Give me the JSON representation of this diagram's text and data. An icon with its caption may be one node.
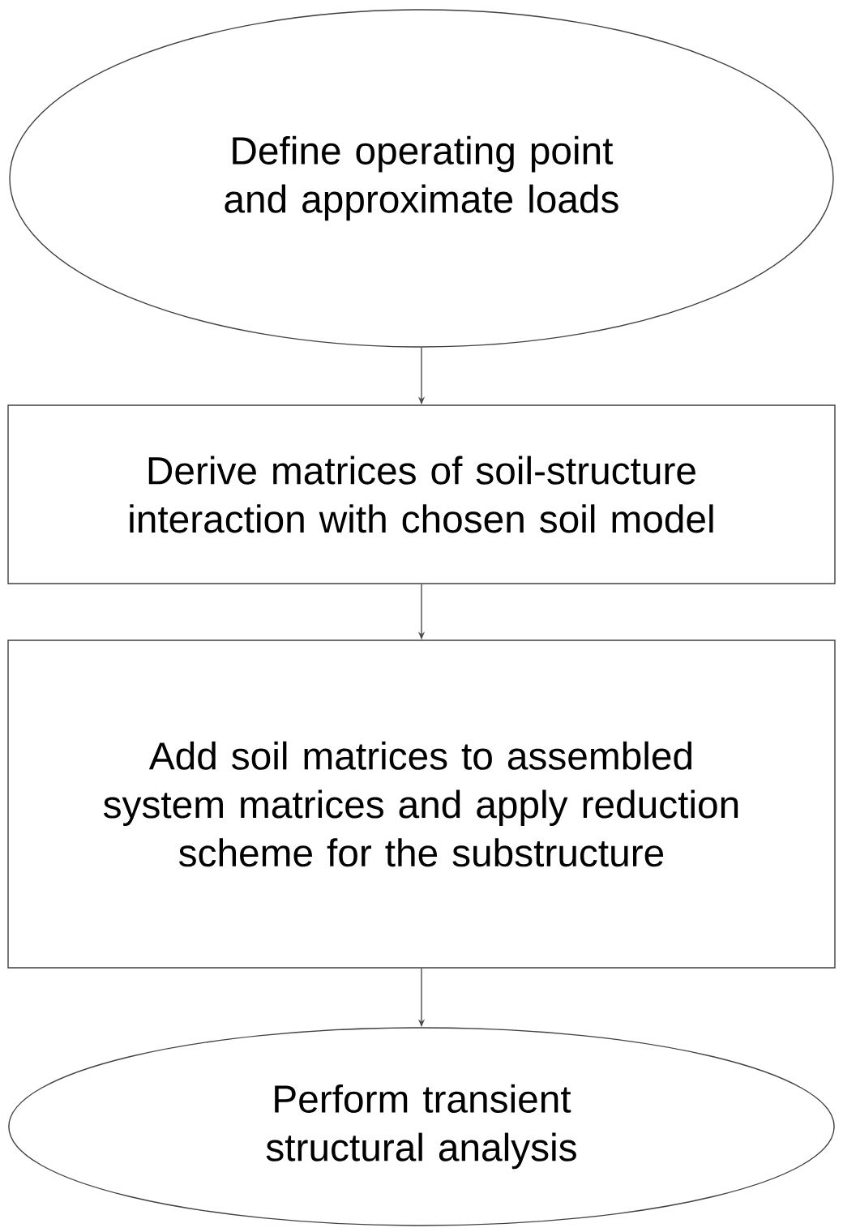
{
  "diagram": {
    "nodes": [
      {
        "text": [
          "Define operating point and approximate loads"
        ]
      },
      {
        "text": [
          "Derive matrices of soil-structure interaction with chosen soil model"
        ]
      },
      {
        "text": [
          "Add soil matrices to assembled system matrices and apply reduction scheme for the substructure"
        ]
      },
      {
        "text": [
          "Perform transient structural analysis"
        ]
      }
    ],
    "edges": [
      {
        "from": 0,
        "to": 1,
        "arrow": "to"
      },
      {
        "from": 1,
        "to": 2,
        "arrow": "to"
      },
      {
        "from": 2,
        "to": 3,
        "arrow": "to"
      }
    ]
  }
}
